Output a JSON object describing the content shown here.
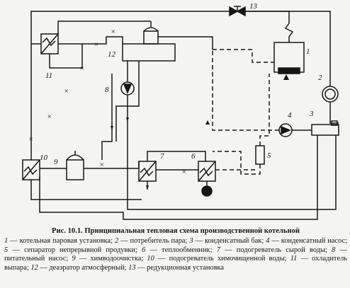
{
  "diagram": {
    "number_labels": [
      "1",
      "2",
      "3",
      "4",
      "5",
      "6",
      "7",
      "8",
      "9",
      "10",
      "11",
      "12",
      "13"
    ],
    "line_marker": "×"
  },
  "caption": "Рис. 10.1. Принципиальная тепловая схема производственной котельной",
  "legend": [
    {
      "num": "1",
      "text": "котельная паровая установка"
    },
    {
      "num": "2",
      "text": "потребитель пара"
    },
    {
      "num": "3",
      "text": "конденсатный бак"
    },
    {
      "num": "4",
      "text": "конденсатный насос"
    },
    {
      "num": "5",
      "text": "сепаратор непрерывной продувки"
    },
    {
      "num": "6",
      "text": "теплообменник"
    },
    {
      "num": "7",
      "text": "подогреватель сырой воды"
    },
    {
      "num": "8",
      "text": "питательный насос"
    },
    {
      "num": "9",
      "text": "химводоочистка"
    },
    {
      "num": "10",
      "text": "подогреватель химочищенной воды"
    },
    {
      "num": "11",
      "text": "охладитель выпара"
    },
    {
      "num": "12",
      "text": "деаэратор атмосферный"
    },
    {
      "num": "13",
      "text": "редукционная установка"
    }
  ],
  "legend_separator": " — ",
  "legend_joiner": "; "
}
